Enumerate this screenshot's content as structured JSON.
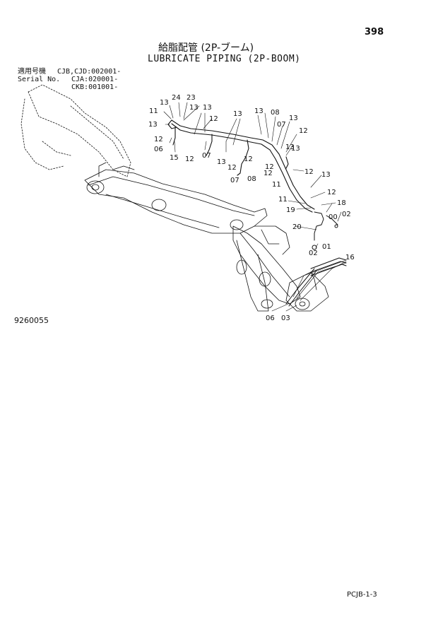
{
  "page": {
    "page_number": "398",
    "title_jp": "給脂配管 (2P-ブーム)",
    "title_en": "LUBRICATE PIPING (2P-BOOM)",
    "serial_label_jp": "適用号機",
    "serial_label_en": "Serial No.",
    "serials": [
      "CJB,CJD:002001-",
      "CJA:020001-",
      "CKB:001001-"
    ],
    "figure_number": "9260055",
    "catalog_ref": "PCJB-1-3"
  },
  "diagram": {
    "callouts": [
      "24",
      "23",
      "13",
      "13",
      "11",
      "13",
      "13",
      "12",
      "12",
      "06",
      "15",
      "12",
      "07",
      "13",
      "13",
      "08",
      "07",
      "13",
      "12",
      "13",
      "12",
      "12",
      "07",
      "08",
      "12",
      "11",
      "12",
      "13",
      "12",
      "11",
      "18",
      "19",
      "00",
      "02",
      "20",
      "02",
      "01",
      "16",
      "06",
      "03",
      "13",
      "12",
      "13"
    ]
  }
}
